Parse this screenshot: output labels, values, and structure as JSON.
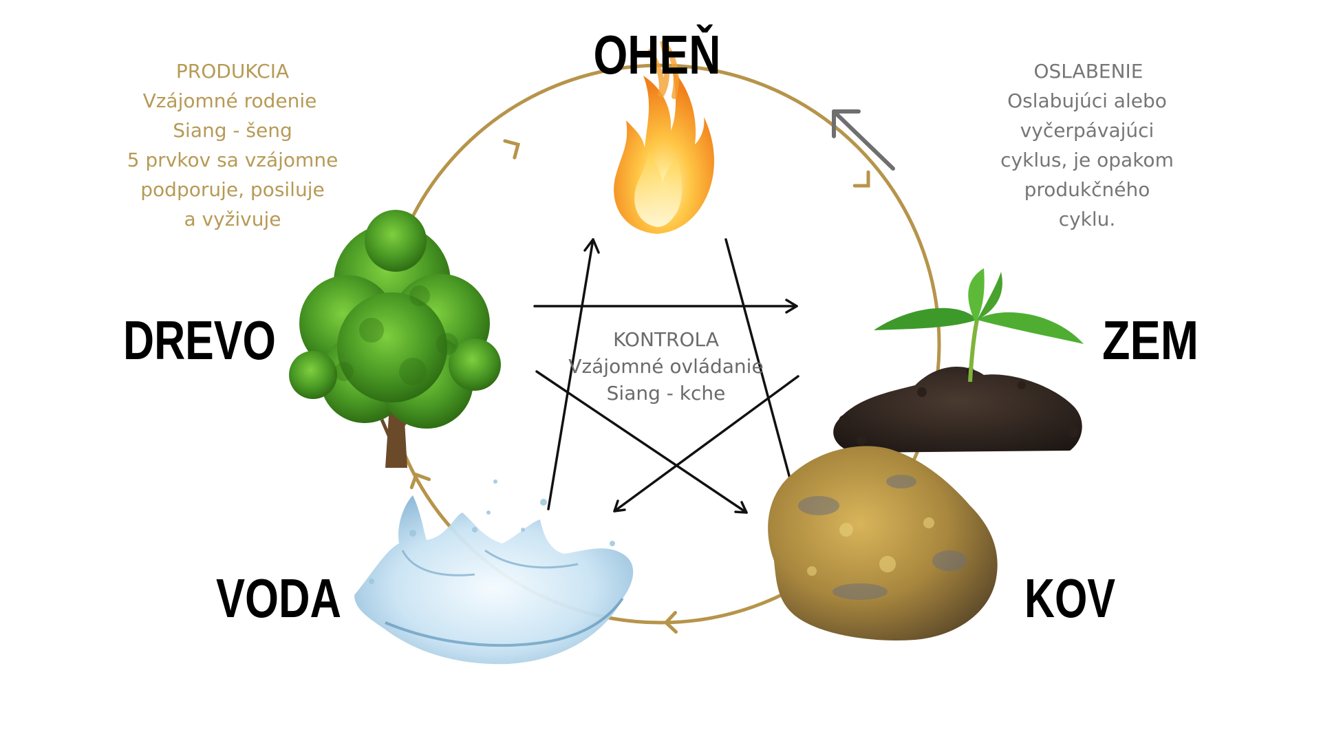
{
  "colors": {
    "cycle": "#b6944a",
    "production_text": "#b69a55",
    "weakening_text": "#767676",
    "weakening_arrow": "#6f6f6f",
    "control": "#111111",
    "control_text": "#6a6a6a",
    "label": "#000000"
  },
  "elements": {
    "fire": {
      "label": "OHEŇ",
      "icon": "flame-icon"
    },
    "earth": {
      "label": "ZEM",
      "icon": "sprout-soil-icon"
    },
    "metal": {
      "label": "KOV",
      "icon": "rock-icon"
    },
    "water": {
      "label": "VODA",
      "icon": "water-splash-icon"
    },
    "wood": {
      "label": "DREVO",
      "icon": "tree-icon"
    }
  },
  "production": {
    "lines": [
      "PRODUKCIA",
      "Vzájomné rodenie",
      "Siang - šeng",
      "5 prvkov sa vzájomne",
      "podporuje, posiluje",
      "a vyživuje"
    ]
  },
  "weakening": {
    "lines": [
      "OSLABENIE",
      "Oslabujúci alebo",
      "vyčerpávajúci",
      "cyklus, je opakom",
      "produkčného",
      "cyklu."
    ]
  },
  "control": {
    "lines": [
      "KONTROLA",
      "Vzájomné ovládanie",
      "Siang - kche"
    ]
  }
}
